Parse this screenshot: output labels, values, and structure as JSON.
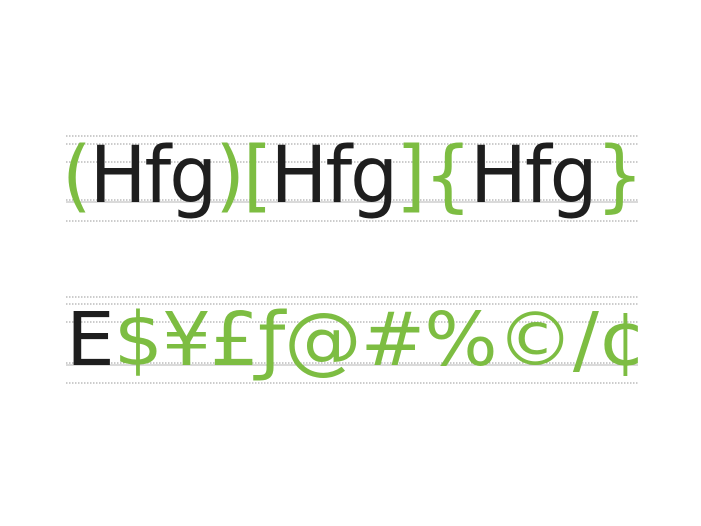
{
  "colors": {
    "text": "#1e1e1e",
    "accent": "#7dbd42",
    "guide": "#b4b4b4",
    "background": "#ffffff"
  },
  "rows": [
    {
      "name": "brackets-row",
      "segments": [
        {
          "text": "(",
          "style": "accent"
        },
        {
          "text": "Hfg",
          "style": "dark"
        },
        {
          "text": ")",
          "style": "accent"
        },
        {
          "text": "[",
          "style": "accent"
        },
        {
          "text": "Hfg",
          "style": "dark"
        },
        {
          "text": "]",
          "style": "accent"
        },
        {
          "text": "{",
          "style": "accent"
        },
        {
          "text": "Hfg",
          "style": "dark"
        },
        {
          "text": "}",
          "style": "accent"
        }
      ]
    },
    {
      "name": "symbols-row",
      "segments": [
        {
          "text": "E",
          "style": "dark"
        },
        {
          "text": "$¥£ƒ@#%©/¢",
          "style": "accent"
        }
      ]
    }
  ]
}
